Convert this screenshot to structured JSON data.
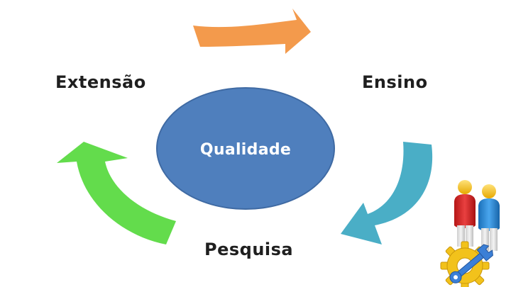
{
  "cycle": {
    "center": "Qualidade",
    "nodes": {
      "ensino": "Ensino",
      "pesquisa": "Pesquisa",
      "extensao": "Extensão"
    }
  },
  "colors": {
    "center": "#4f7fbd",
    "arrow_top": "#f39a4c",
    "arrow_right": "#4aaec6",
    "arrow_left": "#63dc4c",
    "person_red": "#d92a2a",
    "person_blue": "#2f8fd8",
    "gear": "#f2c21b",
    "wrench": "#3b7fd6"
  },
  "icons": [
    "people-icon",
    "gear-wrench-icon"
  ]
}
